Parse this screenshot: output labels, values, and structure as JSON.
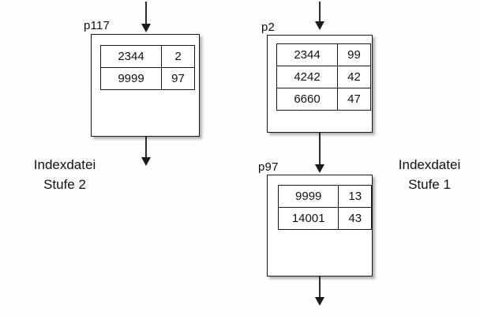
{
  "diagram": {
    "background_color": "#fdfdfd",
    "line_color": "#1a1a1a",
    "blocks": [
      {
        "id": "p117",
        "label": "p117",
        "rows": [
          {
            "key": "2344",
            "pointer": "2"
          },
          {
            "key": "9999",
            "pointer": "97"
          }
        ]
      },
      {
        "id": "p2",
        "label": "p2",
        "rows": [
          {
            "key": "2344",
            "pointer": "99"
          },
          {
            "key": "4242",
            "pointer": "42"
          },
          {
            "key": "6660",
            "pointer": "47"
          }
        ]
      },
      {
        "id": "p97",
        "label": "p97",
        "rows": [
          {
            "key": "9999",
            "pointer": "13"
          },
          {
            "key": "14001",
            "pointer": "43"
          }
        ]
      }
    ],
    "captions": {
      "left": {
        "line1": "Indexdatei",
        "line2": "Stufe 2"
      },
      "right": {
        "line1": "Indexdatei",
        "line2": "Stufe 1"
      }
    },
    "arrows": [
      {
        "id": "into-p117",
        "direction": "down"
      },
      {
        "id": "out-of-p117",
        "direction": "down"
      },
      {
        "id": "into-p2",
        "direction": "down"
      },
      {
        "id": "p2-to-p97",
        "direction": "down"
      },
      {
        "id": "out-of-p97",
        "direction": "down"
      }
    ]
  }
}
